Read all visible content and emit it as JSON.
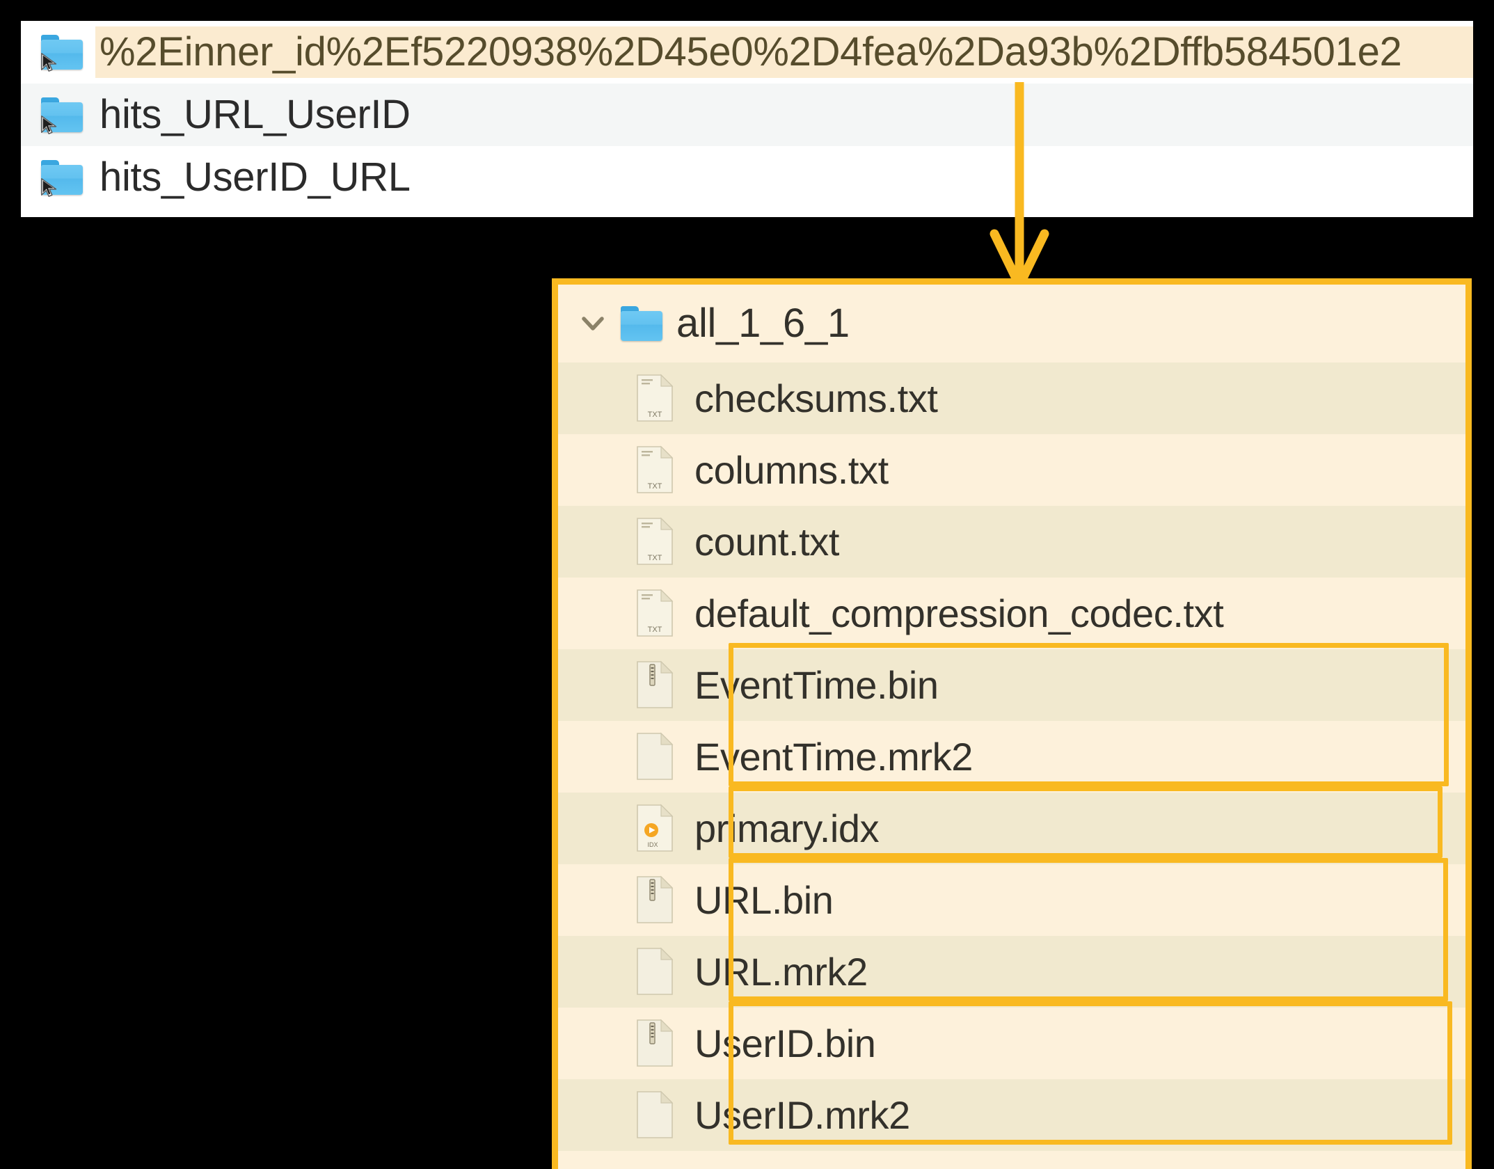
{
  "colors": {
    "accent_orange": "#f9b921",
    "panel_bg_light": "#fdf1db",
    "panel_bg_alt": "#f1e9cf",
    "selected_row_bg": "#fbebd0",
    "text_dark": "#33312b",
    "text_olive": "#564c2c",
    "folder_blue": "#63c4f1",
    "idx_badge": "#f5a623"
  },
  "symlink_list": {
    "name": "symlink-directory-list",
    "rows": [
      {
        "icon": "folder-symlink-icon",
        "label": "%2Einner_id%2Ef5220938%2D45e0%2D4fea%2Da93b%2Dffb584501e2",
        "selected": true
      },
      {
        "icon": "folder-symlink-icon",
        "label": "hits_URL_UserID",
        "selected": false
      },
      {
        "icon": "folder-symlink-icon",
        "label": "hits_UserID_URL",
        "selected": false
      }
    ]
  },
  "connector": {
    "name": "callout-arrow",
    "direction": "down",
    "color": "#f9b921"
  },
  "directory_panel": {
    "name": "part-directory-panel",
    "expand_icon": "chevron-down-icon",
    "folder_icon": "folder-icon",
    "folder_name": "all_1_6_1",
    "files": [
      {
        "name": "checksums.txt",
        "icon": "txt-file-icon",
        "highlighted": false
      },
      {
        "name": "columns.txt",
        "icon": "txt-file-icon",
        "highlighted": false
      },
      {
        "name": "count.txt",
        "icon": "txt-file-icon",
        "highlighted": false
      },
      {
        "name": "default_compression_codec.txt",
        "icon": "txt-file-icon",
        "highlighted": false
      },
      {
        "name": "EventTime.bin",
        "icon": "bin-file-icon",
        "highlighted": true
      },
      {
        "name": "EventTime.mrk2",
        "icon": "blank-file-icon",
        "highlighted": true
      },
      {
        "name": "primary.idx",
        "icon": "idx-file-icon",
        "highlighted": true
      },
      {
        "name": "URL.bin",
        "icon": "bin-file-icon",
        "highlighted": true
      },
      {
        "name": "URL.mrk2",
        "icon": "blank-file-icon",
        "highlighted": true
      },
      {
        "name": "UserID.bin",
        "icon": "bin-file-icon",
        "highlighted": true
      },
      {
        "name": "UserID.mrk2",
        "icon": "blank-file-icon",
        "highlighted": true
      }
    ],
    "highlight_groups": [
      {
        "name": "eventtime-highlight",
        "first": 4,
        "last": 5
      },
      {
        "name": "primary-idx-highlight",
        "first": 6,
        "last": 6
      },
      {
        "name": "url-highlight",
        "first": 7,
        "last": 8
      },
      {
        "name": "userid-highlight",
        "first": 9,
        "last": 10
      }
    ]
  }
}
